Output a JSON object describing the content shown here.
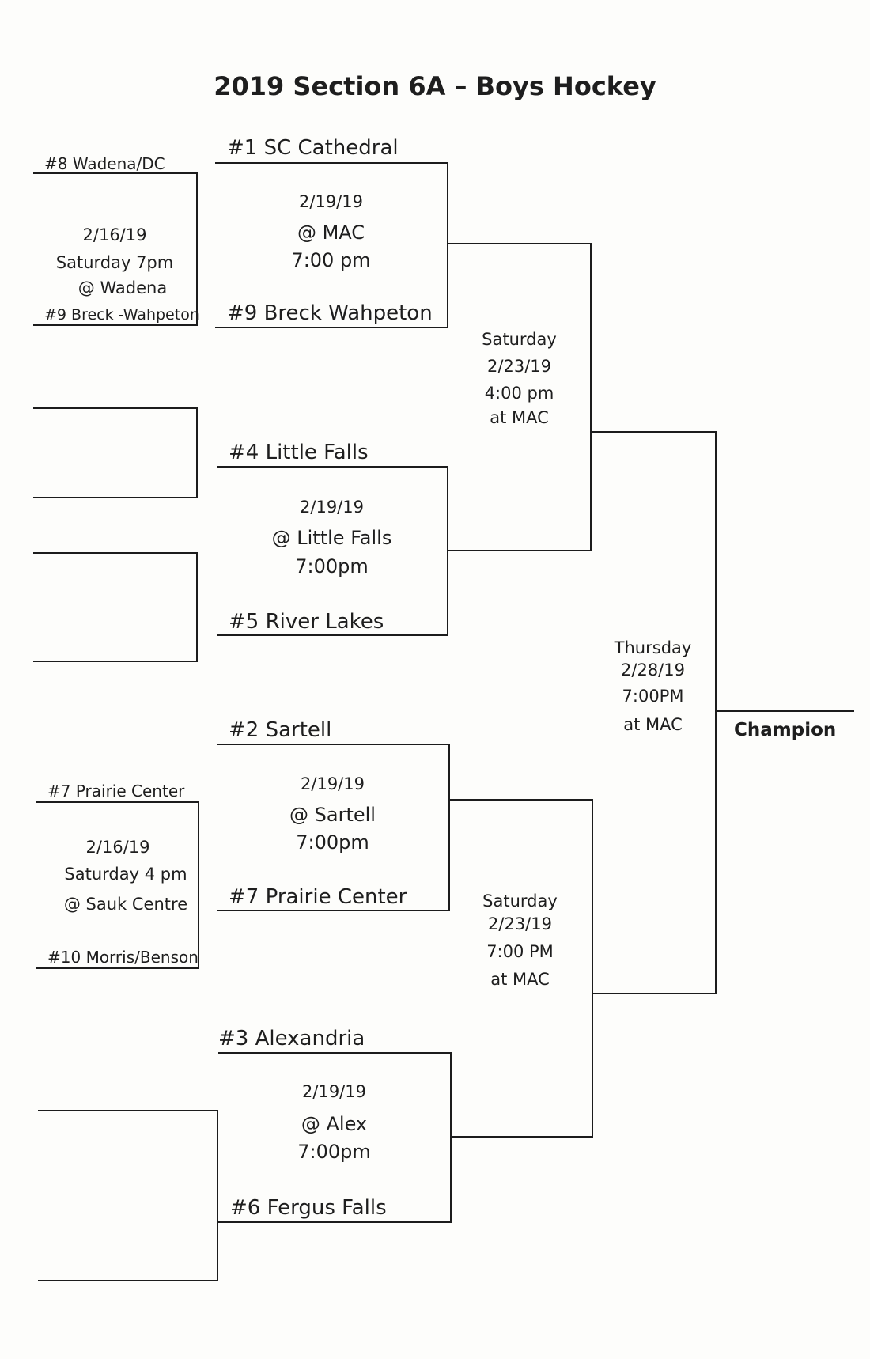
{
  "title": "2019 Section 6A – Boys Hockey",
  "champion_label": "Champion",
  "play_in": {
    "top": {
      "team_a": "#8  Wadena/DC",
      "team_b": "#9  Breck -Wahpeton",
      "date": "2/16/19",
      "day": "Saturday  7pm",
      "venue": "@ Wadena"
    },
    "bottom": {
      "team_a": "#7 Prairie Center",
      "team_b": "#10 Morris/Benson",
      "date": "2/16/19",
      "day": "Saturday  4 pm",
      "venue": "@ Sauk Centre"
    }
  },
  "quarterfinals": [
    {
      "top": "#1 SC Cathedral",
      "bottom": "#9  Breck Wahpeton",
      "date": "2/19/19",
      "venue": "@ MAC",
      "time": "7:00 pm"
    },
    {
      "top": "#4  Little Falls",
      "bottom": "#5 River Lakes",
      "date": "2/19/19",
      "venue": "@ Little Falls",
      "time": "7:00pm"
    },
    {
      "top": "#2 Sartell",
      "bottom": "#7 Prairie Center",
      "date": "2/19/19",
      "venue": "@ Sartell",
      "time": "7:00pm"
    },
    {
      "top": "#3  Alexandria",
      "bottom": "#6 Fergus Falls",
      "date": "2/19/19",
      "venue": "@ Alex",
      "time": "7:00pm"
    }
  ],
  "semifinals": [
    {
      "day": "Saturday",
      "date": "2/23/19",
      "time": "4:00 pm",
      "venue": "at MAC"
    },
    {
      "day": "Saturday",
      "date": "2/23/19",
      "time": "7:00 PM",
      "venue": "at MAC"
    }
  ],
  "final": {
    "day": "Thursday",
    "date": "2/28/19",
    "time": "7:00PM",
    "venue": "at MAC"
  }
}
